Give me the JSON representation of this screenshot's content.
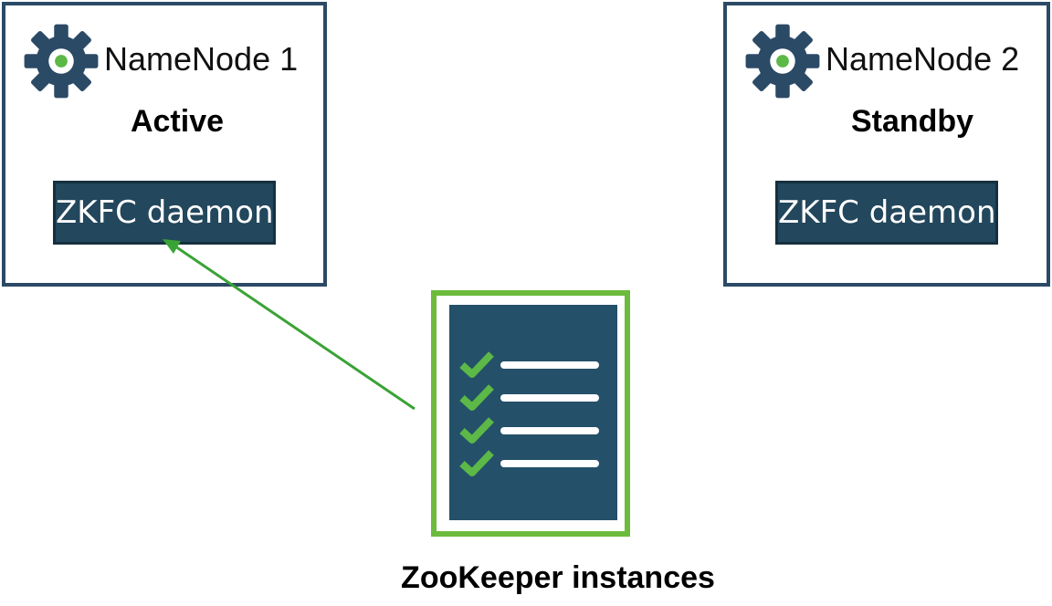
{
  "colors": {
    "node_border": "#2b4a66",
    "gear": "#2b4a66",
    "gear_center": "#5cb847",
    "zkfc_fill": "#23475c",
    "zookeeper_frame": "#6cbb3c",
    "document_fill": "#24506a",
    "check": "#5cb847",
    "arrow": "#3aa336"
  },
  "nodes": [
    {
      "title": "NameNode 1",
      "state": "Active",
      "daemon": "ZKFC daemon",
      "icon": "gear-icon"
    },
    {
      "title": "NameNode 2",
      "state": "Standby",
      "daemon": "ZKFC daemon",
      "icon": "gear-icon"
    }
  ],
  "zookeeper": {
    "label": "ZooKeeper instances",
    "icon": "checklist-document-icon",
    "checklist_items": 4
  },
  "connections": [
    {
      "from": "zookeeper",
      "to": "nodes.0.daemon",
      "icon": "arrow-icon"
    }
  ]
}
